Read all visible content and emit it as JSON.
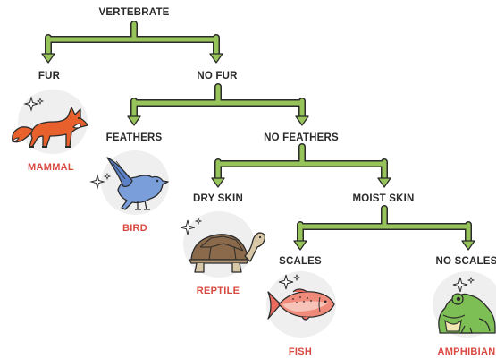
{
  "nodes": {
    "root": "VERTEBRATE",
    "fur": "FUR",
    "no_fur": "NO FUR",
    "feathers": "FEATHERS",
    "no_feathers": "NO FEATHERS",
    "dry_skin": "DRY SKIN",
    "moist_skin": "MOIST SKIN",
    "scales": "SCALES",
    "no_scales": "NO SCALES"
  },
  "classes": {
    "mammal": "MAMMAL",
    "bird": "BIRD",
    "reptile": "REPTILE",
    "fish": "FISH",
    "amphibian": "AMPHIBIAN"
  },
  "icons": {
    "mammal": "fox-icon",
    "bird": "bird-icon",
    "reptile": "tortoise-icon",
    "fish": "fish-icon",
    "amphibian": "frog-icon",
    "sparkle": "sparkle-icon"
  },
  "colors": {
    "arrow_fill": "#97c45a",
    "arrow_outline": "#2b2b2b",
    "label_text": "#2a2a2a",
    "class_text": "#d9493f",
    "circle_bg": "#efefef"
  }
}
